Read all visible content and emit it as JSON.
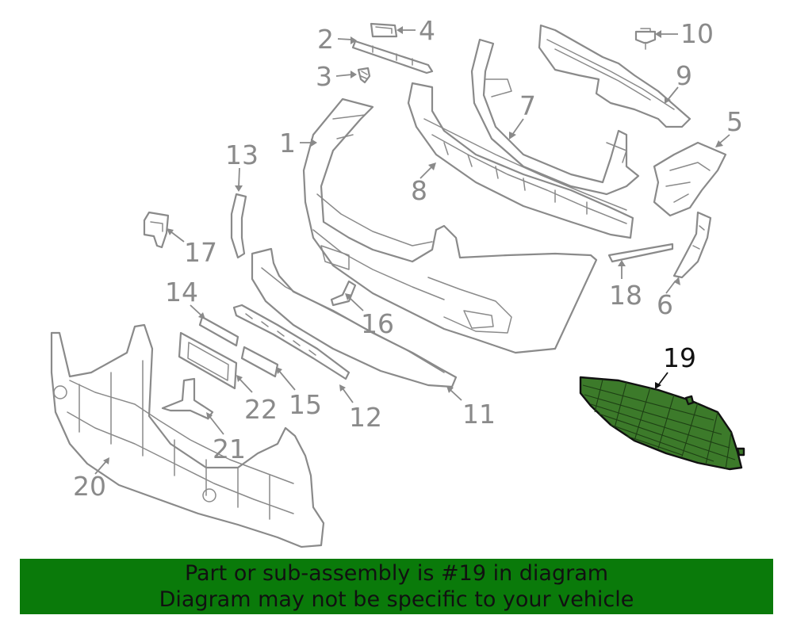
{
  "diagram": {
    "highlighted_callout": "19",
    "highlight_color": "#3c7a2a",
    "line_color": "#8a8a8a",
    "callouts": [
      "1",
      "2",
      "3",
      "4",
      "5",
      "6",
      "7",
      "8",
      "9",
      "10",
      "11",
      "12",
      "13",
      "14",
      "15",
      "16",
      "17",
      "18",
      "19",
      "20",
      "21",
      "22"
    ]
  },
  "banner": {
    "line1": "Part or sub-assembly is #19 in diagram",
    "line2": "Diagram may not be specific to your vehicle",
    "background": "#0a7a0a"
  }
}
